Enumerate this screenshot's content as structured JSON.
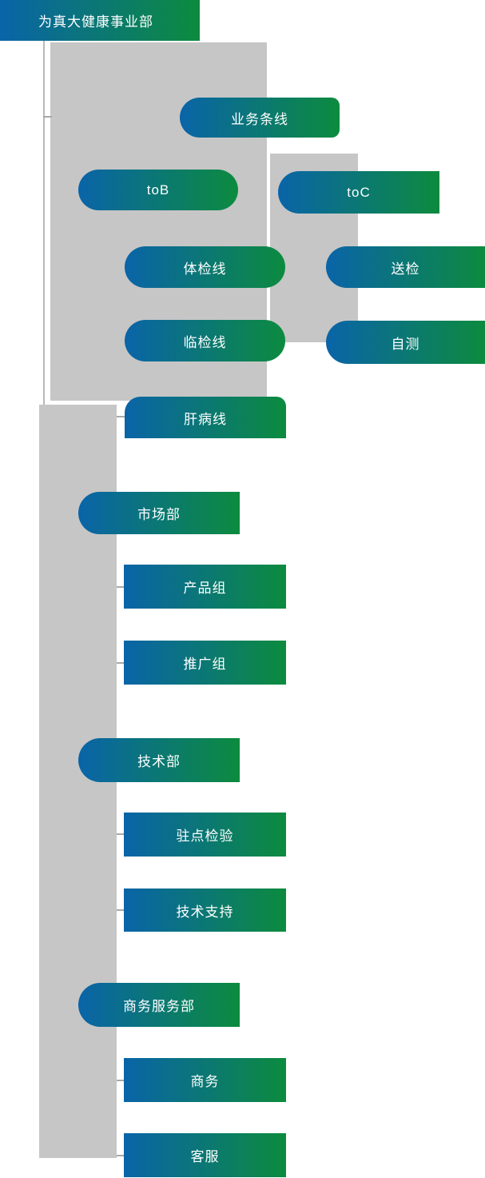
{
  "header": {
    "title": "为真大健康事业部"
  },
  "colors": {
    "gradient_start": "#0a64a8",
    "gradient_end": "#0c8b3e",
    "panel_gray": "#c6c6c6",
    "connector_gray": "#a9a9a9",
    "node_text": "#ffffff"
  },
  "nodes": {
    "business_line": {
      "label": "业务条线"
    },
    "tob": {
      "label": "toB"
    },
    "toc": {
      "label": "toC"
    },
    "physical_exam": {
      "label": "体检线"
    },
    "send_test": {
      "label": "送检"
    },
    "clinical_exam": {
      "label": "临检线"
    },
    "self_test": {
      "label": "自测"
    },
    "liver_line": {
      "label": "肝病线"
    },
    "marketing_dept": {
      "label": "市场部"
    },
    "product_group": {
      "label": "产品组"
    },
    "promotion_group": {
      "label": "推广组"
    },
    "tech_dept": {
      "label": "技术部"
    },
    "onsite_testing": {
      "label": "驻点检验"
    },
    "tech_support": {
      "label": "技术支持"
    },
    "business_service_dept": {
      "label": "商务服务部"
    },
    "business_group": {
      "label": "商务"
    },
    "customer_service": {
      "label": "客服"
    }
  },
  "hierarchy": {
    "root": "为真大健康事业部",
    "children": [
      {
        "label": "业务条线",
        "children": [
          {
            "label": "toB",
            "children": [
              {
                "label": "体检线"
              },
              {
                "label": "临检线"
              },
              {
                "label": "肝病线"
              }
            ]
          },
          {
            "label": "toC",
            "children": [
              {
                "label": "送检"
              },
              {
                "label": "自测"
              }
            ]
          }
        ]
      },
      {
        "label": "市场部",
        "children": [
          {
            "label": "产品组"
          },
          {
            "label": "推广组"
          }
        ]
      },
      {
        "label": "技术部",
        "children": [
          {
            "label": "驻点检验"
          },
          {
            "label": "技术支持"
          }
        ]
      },
      {
        "label": "商务服务部",
        "children": [
          {
            "label": "商务"
          },
          {
            "label": "客服"
          }
        ]
      }
    ]
  }
}
